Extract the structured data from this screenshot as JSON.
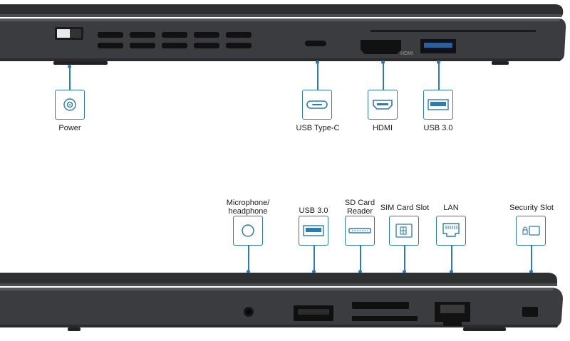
{
  "top_ports": {
    "power": "Power",
    "usb_c": "USB Type-C",
    "hdmi": "HDMI",
    "usb3": "USB 3.0",
    "hdmi_engraving": "HDMI"
  },
  "bottom_ports": {
    "mic_line1": "Microphone/",
    "mic_line2": "headphone",
    "usb3": "USB 3.0",
    "sd_line1": "SD Card",
    "sd_line2": "Reader",
    "sim": "SIM Card Slot",
    "lan": "LAN",
    "security": "Security Slot"
  },
  "colors": {
    "accent": "#2a7bb8",
    "chassis": "#3a3b3d"
  }
}
